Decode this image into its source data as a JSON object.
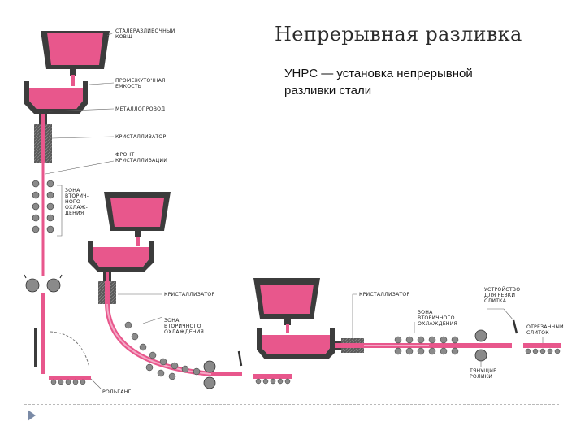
{
  "slide": {
    "title": "Непрерывная разливка",
    "body_line1": "УНРС — установка непрерывной",
    "body_line2": "разливки стали"
  },
  "labels": {
    "ladle_1": "СТАЛЕРАЗЛИВОЧНЫЙ",
    "ladle_2": "КОВШ",
    "tundish_1": "ПРОМЕЖУТОЧНАЯ",
    "tundish_2": "ЕМКОСТЬ",
    "nozzle": "МЕТАЛЛОПРОВОД",
    "mold_a": "КРИСТАЛЛИЗАТОР",
    "front_1": "ФРОНТ",
    "front_2": "КРИСТАЛЛИЗАЦИИ",
    "zone_a_1": "ЗОНА",
    "zone_a_2": "ВТОРИЧ-",
    "zone_a_3": "НОГО",
    "zone_a_4": "ОХЛАЖ-",
    "zone_a_5": "ДЕНИЯ",
    "roller_table": "РОЛЬГАНГ",
    "mold_b": "КРИСТАЛЛИЗАТОР",
    "zone_b_1": "ЗОНА",
    "zone_b_2": "ВТОРИЧНОГО",
    "zone_b_3": "ОХЛАЖДЕНИЯ",
    "mold_c": "КРИСТАЛЛИЗАТОР",
    "zone_c_1": "ЗОНА",
    "zone_c_2": "ВТОРИЧНОГО",
    "zone_c_3": "ОХЛАЖДЕНИЯ",
    "cutter_1": "УСТРОЙСТВО",
    "cutter_2": "ДЛЯ РЕЗКИ",
    "cutter_3": "СЛИТКА",
    "cut_ingot_1": "ОТРЕЗАННЫЙ",
    "cut_ingot_2": "СЛИТОК",
    "pull_rolls_1": "ТЯНУЩИЕ",
    "pull_rolls_2": "РОЛИКИ"
  },
  "colors": {
    "steel": "#e8578c",
    "steel_light": "#f4a9c6",
    "vessel": "#3c3c3c",
    "roller": "#8a8a8a",
    "footer_marker": "#7a8aa6"
  }
}
